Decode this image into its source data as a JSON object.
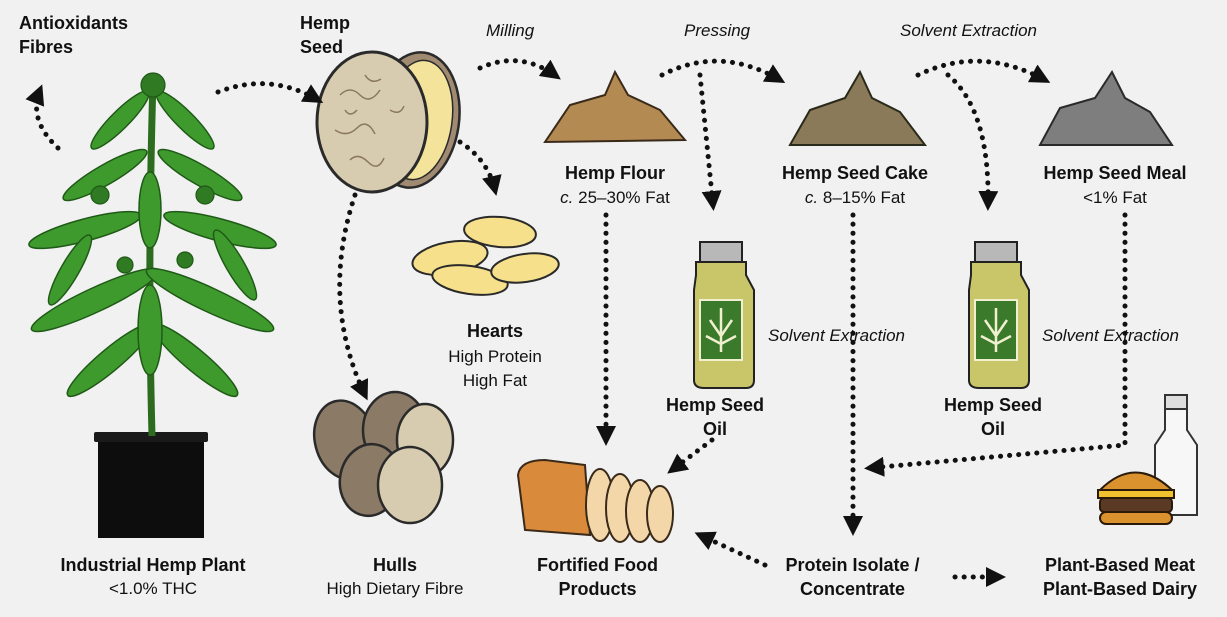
{
  "plant": {
    "title": "Industrial Hemp Plant",
    "detail": "<1.0% THC",
    "by1": "Antioxidants",
    "by2": "Fibres"
  },
  "seed": {
    "line1": "Hemp",
    "line2": "Seed"
  },
  "hearts": {
    "title": "Hearts",
    "line1": "High Protein",
    "line2": "High Fat"
  },
  "hulls": {
    "title": "Hulls",
    "detail": "High Dietary Fibre"
  },
  "processes": {
    "milling": "Milling",
    "pressing": "Pressing",
    "solvent": "Solvent Extraction"
  },
  "flour": {
    "title": "Hemp Flour",
    "c": "c.",
    "fat": "25–30% Fat"
  },
  "cake": {
    "title": "Hemp Seed Cake",
    "c": "c.",
    "fat": "8–15% Fat"
  },
  "meal": {
    "title": "Hemp Seed Meal",
    "fat": "<1% Fat"
  },
  "oil": {
    "line1": "Hemp Seed",
    "line2": "Oil"
  },
  "food": {
    "line1": "Fortified Food",
    "line2": "Products"
  },
  "protein": {
    "line1": "Protein Isolate /",
    "line2": "Concentrate"
  },
  "plantbased": {
    "line1": "Plant-Based Meat",
    "line2": "Plant-Based Dairy"
  },
  "colors": {
    "leaf": "#3f9a2e",
    "leafDark": "#1f5a17",
    "seed": "#d8ccb0",
    "heart": "#f6e08c",
    "flour": "#b38a52",
    "cake": "#8a7a5a",
    "meal": "#7e7e7e",
    "oil": "#c9c66a",
    "bread": "#e8a355"
  }
}
